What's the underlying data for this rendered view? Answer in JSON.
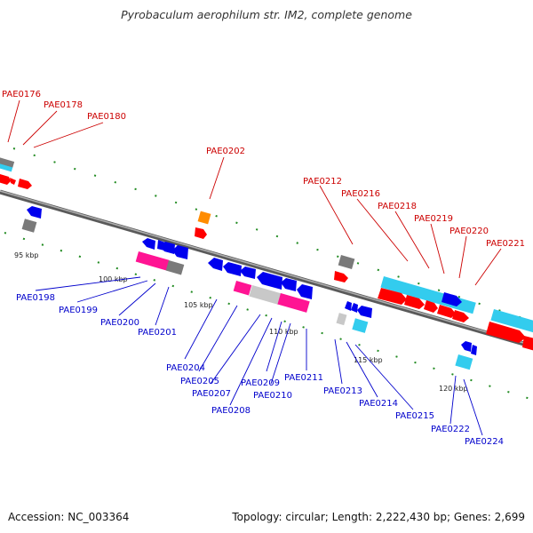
{
  "title": "Pyrobaculum aerophilum str. IM2, complete genome",
  "footer": {
    "accession": "Accession: NC_003364",
    "summary": "Topology: circular; Length: 2,222,430 bp; Genes: 2,699"
  },
  "colors": {
    "label_forward": "#cc0000",
    "label_reverse": "#0000cc",
    "backbone": "#8c8c8c",
    "ticks": "#228b22",
    "gene_red": "#ff0000",
    "gene_blue": "#0000ee",
    "gene_cyan": "#33ccee",
    "gene_magenta": "#ff1493",
    "gene_gray": "#7a7a7a",
    "gene_lightgray": "#c8c8c8",
    "gene_orange": "#ff8c00"
  },
  "ticks": [
    "95 kbp",
    "100 kbp",
    "105 kbp",
    "110 kbp",
    "115 kbp",
    "120 kbp"
  ],
  "gene_labels_forward": [
    "PAE0176",
    "PAE0178",
    "PAE0180",
    "PAE0202",
    "PAE0212",
    "PAE0216",
    "PAE0218",
    "PAE0219",
    "PAE0220",
    "PAE0221"
  ],
  "gene_labels_reverse": [
    "PAE0198",
    "PAE0199",
    "PAE0200",
    "PAE0201",
    "PAE0204",
    "PAE0205",
    "PAE0207",
    "PAE0208",
    "PAE0209",
    "PAE0210",
    "PAE0211",
    "PAE0213",
    "PAE0214",
    "PAE0215",
    "PAE0222",
    "PAE0224"
  ]
}
